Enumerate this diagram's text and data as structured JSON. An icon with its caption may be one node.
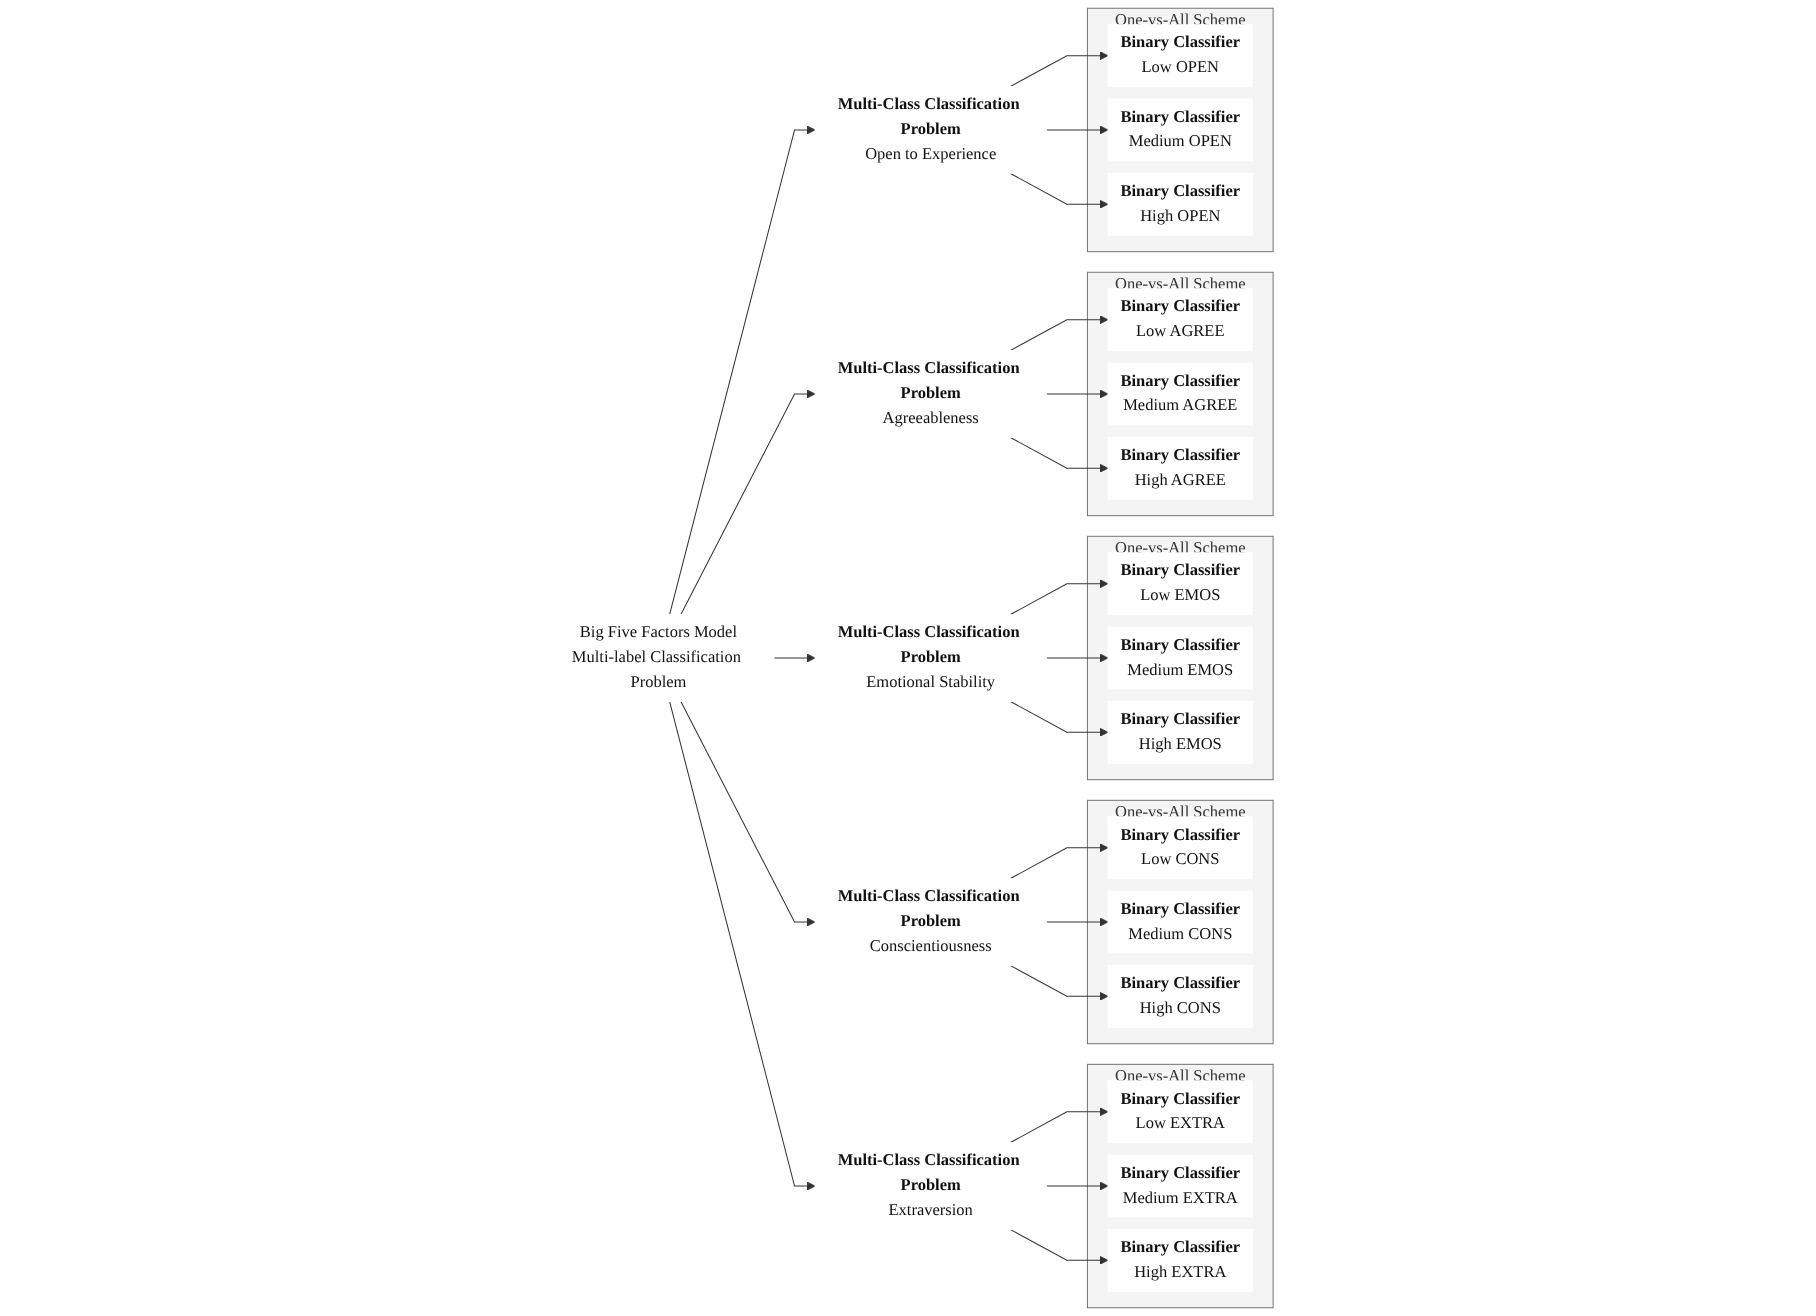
{
  "diagram": {
    "nodes": [
      {
        "text": [
          "Big Five Factors Model",
          "Multi-label Classification Problem"
        ]
      },
      {
        "text": [
          "Multi-Class Classification Problem",
          "Extraversion"
        ]
      },
      {
        "text": [
          "One-vs-All Scheme"
        ]
      },
      {
        "text": [
          "Binary Classifier",
          "Low EXTRA"
        ],
        "in": 2
      },
      {
        "text": [
          "Binary Classifier",
          "Medium EXTRA"
        ],
        "in": 2
      },
      {
        "text": [
          "Binary Classifier",
          "High EXTRA"
        ],
        "in": 2
      },
      {
        "text": [
          "Multi-Class Classification Problem",
          "Conscientiousness"
        ]
      },
      {
        "text": [
          "One-vs-All Scheme"
        ]
      },
      {
        "text": [
          "Binary Classifier",
          "Low CONS"
        ],
        "in": 7
      },
      {
        "text": [
          "Binary Classifier",
          "Medium CONS"
        ],
        "in": 7
      },
      {
        "text": [
          "Binary Classifier",
          "High CONS"
        ],
        "in": 7
      },
      {
        "text": [
          "Multi-Class Classification Problem",
          "Emotional Stability"
        ]
      },
      {
        "text": [
          "One-vs-All Scheme"
        ]
      },
      {
        "text": [
          "Binary Classifier",
          "Low EMOS"
        ],
        "in": 12
      },
      {
        "text": [
          "Binary Classifier",
          "Medium EMOS"
        ],
        "in": 12
      },
      {
        "text": [
          "Binary Classifier",
          "High EMOS"
        ],
        "in": 12
      },
      {
        "text": [
          "Multi-Class Classification Problem",
          "Agreeableness"
        ]
      },
      {
        "text": [
          "One-vs-All Scheme"
        ]
      },
      {
        "text": [
          "Binary Classifier",
          "Low AGREE"
        ],
        "in": 17
      },
      {
        "text": [
          "Binary Classifier",
          "Medium AGREE"
        ],
        "in": 17
      },
      {
        "text": [
          "Binary Classifier",
          "High AGREE"
        ],
        "in": 17
      },
      {
        "text": [
          "Multi-Class Classification Problem",
          "Open to Experience"
        ]
      },
      {
        "text": [
          "One-vs-All Scheme"
        ]
      },
      {
        "text": [
          "Binary Classifier",
          "Low OPEN"
        ],
        "in": 22
      },
      {
        "text": [
          "Binary Classifier",
          "Medium OPEN"
        ],
        "in": 22
      },
      {
        "text": [
          "Binary Classifier",
          "High OPEN"
        ],
        "in": 22
      }
    ],
    "edges": [
      {
        "from": 0,
        "to": 1,
        "arrow": "to"
      },
      {
        "from": 0,
        "to": 6,
        "arrow": "to"
      },
      {
        "from": 0,
        "to": 11,
        "arrow": "to"
      },
      {
        "from": 0,
        "to": 16,
        "arrow": "to"
      },
      {
        "from": 0,
        "to": 21,
        "arrow": "to"
      },
      {
        "from": 1,
        "to": 3,
        "arrow": "to"
      },
      {
        "from": 1,
        "to": 4,
        "arrow": "to"
      },
      {
        "from": 1,
        "to": 5,
        "arrow": "to"
      },
      {
        "from": 6,
        "to": 8,
        "arrow": "to"
      },
      {
        "from": 6,
        "to": 9,
        "arrow": "to"
      },
      {
        "from": 6,
        "to": 10,
        "arrow": "to"
      },
      {
        "from": 11,
        "to": 13,
        "arrow": "to"
      },
      {
        "from": 11,
        "to": 14,
        "arrow": "to"
      },
      {
        "from": 11,
        "to": 15,
        "arrow": "to"
      },
      {
        "from": 16,
        "to": 18,
        "arrow": "to"
      },
      {
        "from": 16,
        "to": 19,
        "arrow": "to"
      },
      {
        "from": 16,
        "to": 20,
        "arrow": "to"
      },
      {
        "from": 21,
        "to": 23,
        "arrow": "to"
      },
      {
        "from": 21,
        "to": 24,
        "arrow": "to"
      },
      {
        "from": 21,
        "to": 25,
        "arrow": "to"
      }
    ]
  }
}
